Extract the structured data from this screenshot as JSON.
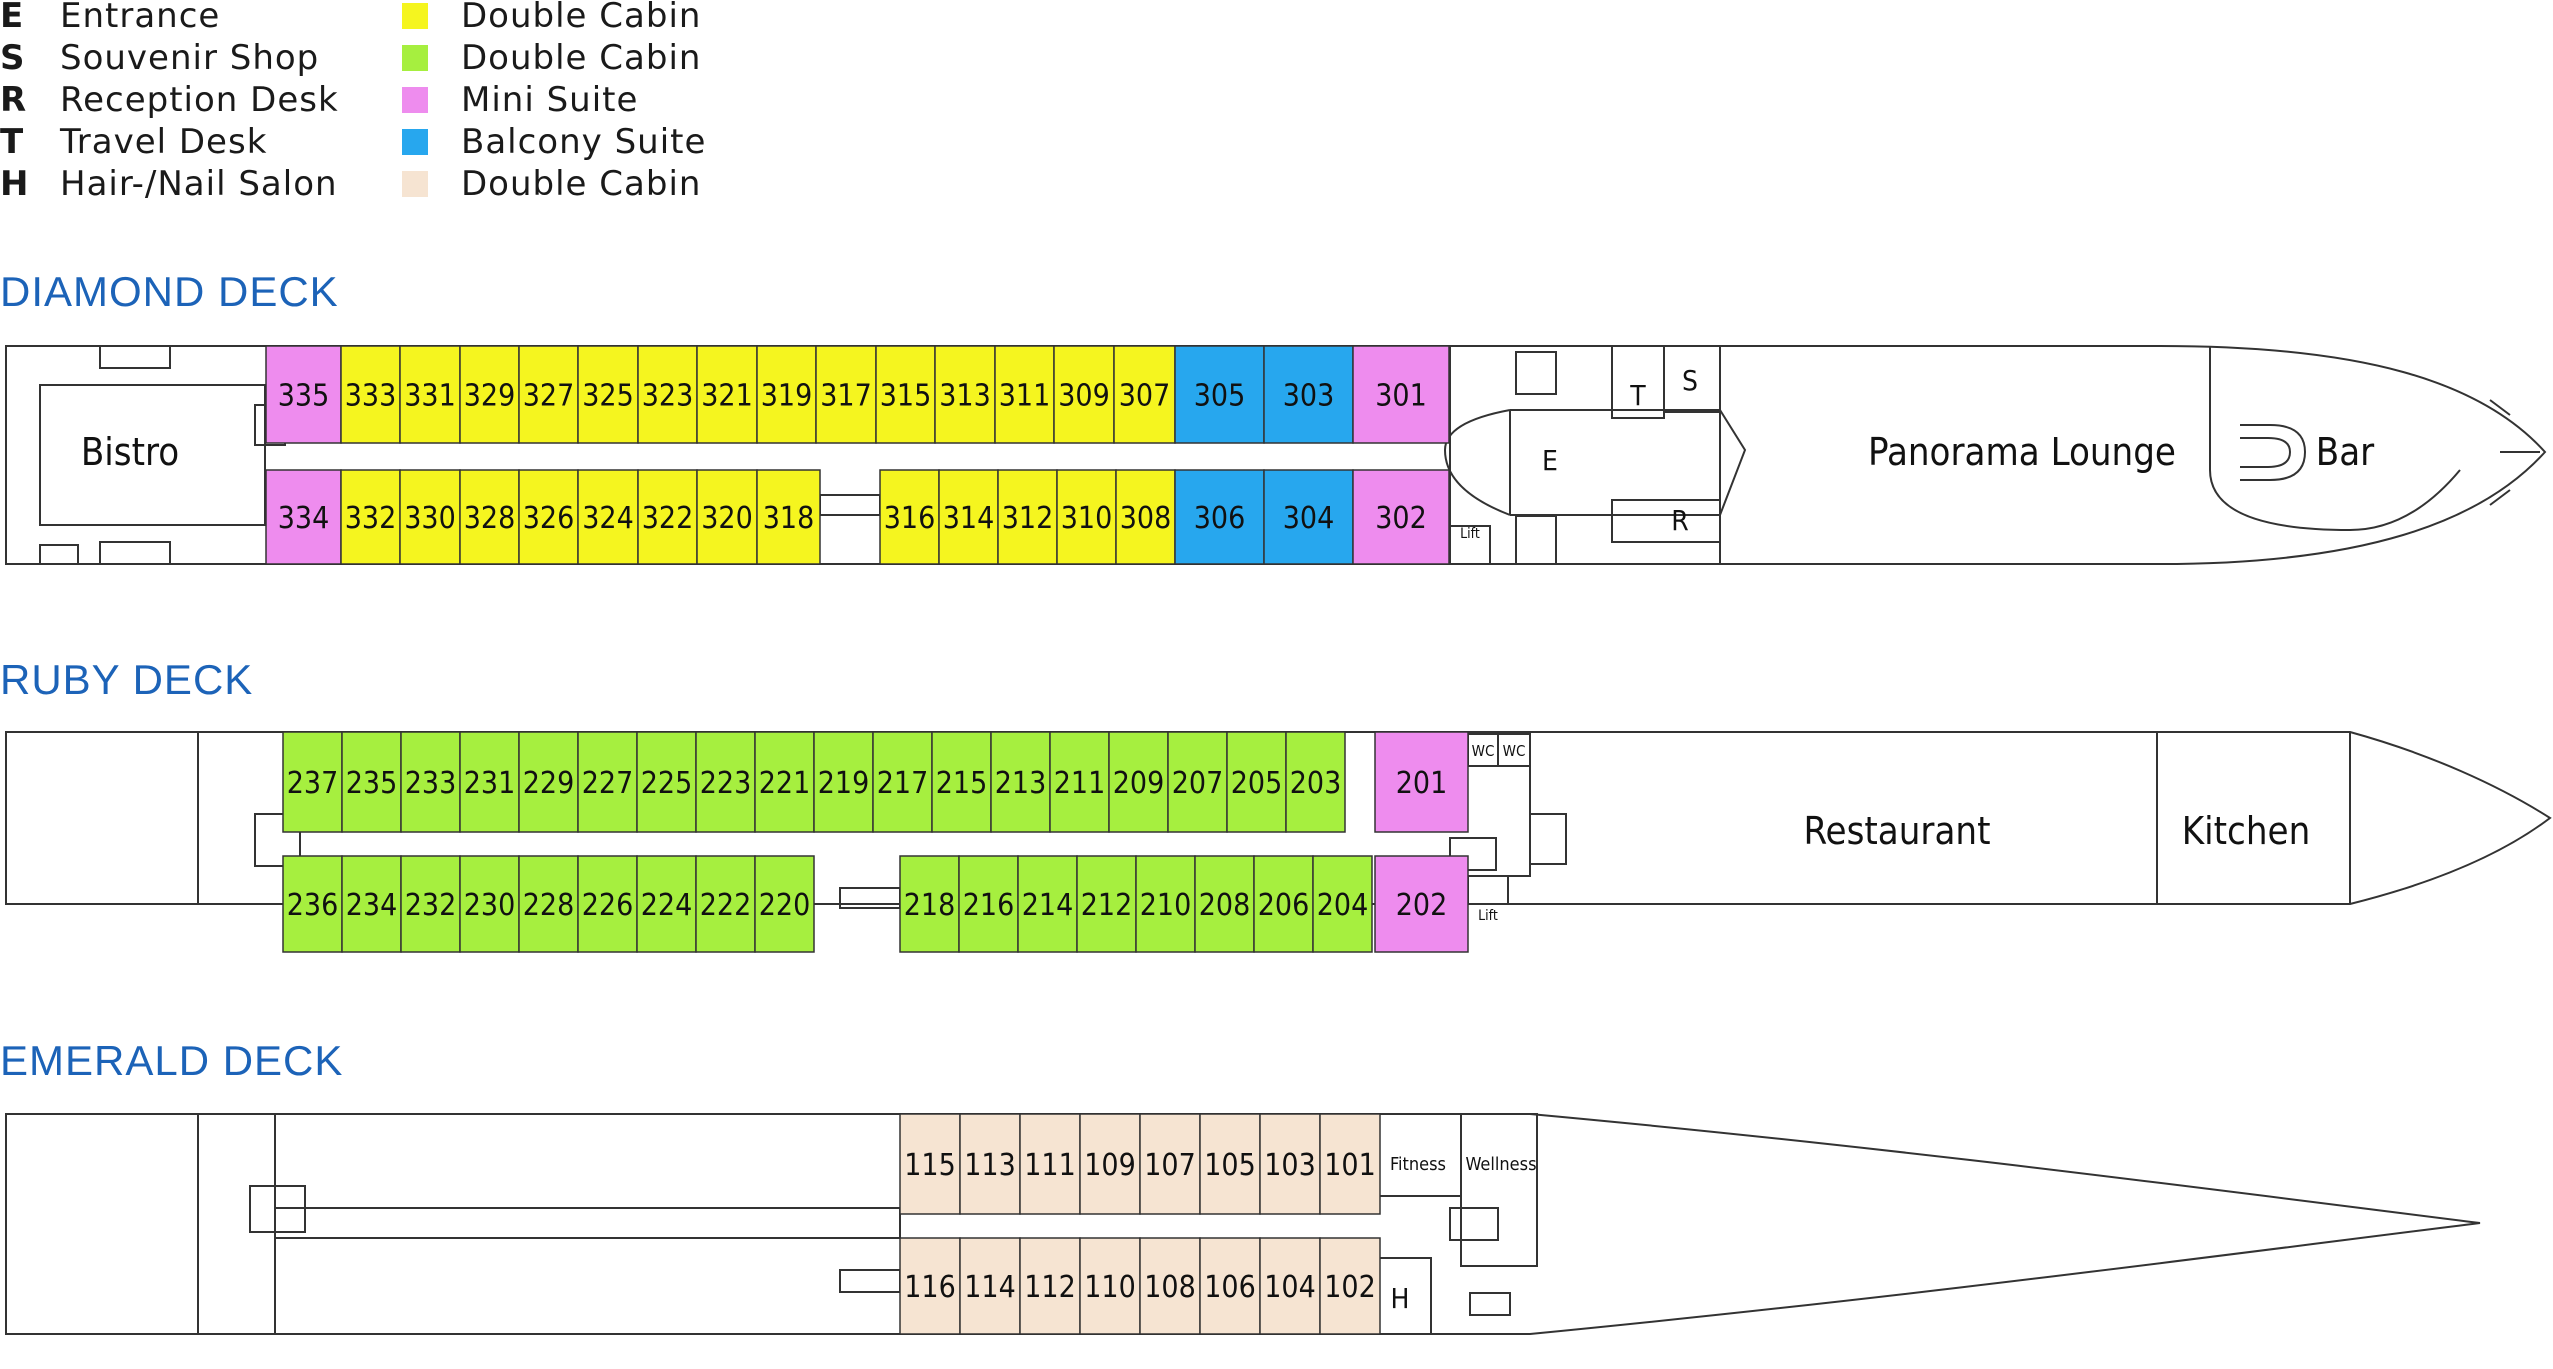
{
  "legend": {
    "codes": [
      {
        "code": "E",
        "label": "Entrance"
      },
      {
        "code": "S",
        "label": "Souvenir Shop"
      },
      {
        "code": "R",
        "label": "Reception Desk"
      },
      {
        "code": "T",
        "label": "Travel Desk"
      },
      {
        "code": "H",
        "label": "Hair-/Nail Salon"
      }
    ],
    "cabins": [
      {
        "color": "#f5f51f",
        "label": "Double Cabin"
      },
      {
        "color": "#a6ef3f",
        "label": "Double Cabin"
      },
      {
        "color": "#ee8cee",
        "label": "Mini Suite"
      },
      {
        "color": "#27a7ee",
        "label": "Balcony Suite"
      },
      {
        "color": "#f6e4d2",
        "label": "Double Cabin"
      }
    ]
  },
  "colors": {
    "yellow": "#f5f51f",
    "green": "#a6ef3f",
    "pink": "#ee8cee",
    "blue": "#27a7ee",
    "beige": "#f6e4d2",
    "outline": "#333333",
    "title": "#1c63b8"
  },
  "decks": {
    "diamond": {
      "title": "DIAMOND DECK",
      "top_row": [
        {
          "n": "335",
          "c": "pink"
        },
        {
          "n": "333",
          "c": "yellow"
        },
        {
          "n": "331",
          "c": "yellow"
        },
        {
          "n": "329",
          "c": "yellow"
        },
        {
          "n": "327",
          "c": "yellow"
        },
        {
          "n": "325",
          "c": "yellow"
        },
        {
          "n": "323",
          "c": "yellow"
        },
        {
          "n": "321",
          "c": "yellow"
        },
        {
          "n": "319",
          "c": "yellow"
        },
        {
          "n": "317",
          "c": "yellow"
        },
        {
          "n": "315",
          "c": "yellow"
        },
        {
          "n": "313",
          "c": "yellow"
        },
        {
          "n": "311",
          "c": "yellow"
        },
        {
          "n": "309",
          "c": "yellow"
        },
        {
          "n": "307",
          "c": "yellow"
        },
        {
          "n": "305",
          "c": "blue"
        },
        {
          "n": "303",
          "c": "blue"
        },
        {
          "n": "301",
          "c": "pink"
        }
      ],
      "bottom_left": [
        {
          "n": "334",
          "c": "pink"
        },
        {
          "n": "332",
          "c": "yellow"
        },
        {
          "n": "330",
          "c": "yellow"
        },
        {
          "n": "328",
          "c": "yellow"
        },
        {
          "n": "326",
          "c": "yellow"
        },
        {
          "n": "324",
          "c": "yellow"
        },
        {
          "n": "322",
          "c": "yellow"
        },
        {
          "n": "320",
          "c": "yellow"
        },
        {
          "n": "318",
          "c": "yellow"
        }
      ],
      "bottom_right": [
        {
          "n": "316",
          "c": "yellow"
        },
        {
          "n": "314",
          "c": "yellow"
        },
        {
          "n": "312",
          "c": "yellow"
        },
        {
          "n": "310",
          "c": "yellow"
        },
        {
          "n": "308",
          "c": "yellow"
        },
        {
          "n": "306",
          "c": "blue"
        },
        {
          "n": "304",
          "c": "blue"
        },
        {
          "n": "302",
          "c": "pink"
        }
      ],
      "rooms": {
        "bistro": "Bistro",
        "lounge": "Panorama Lounge",
        "bar": "Bar",
        "e": "E",
        "t": "T",
        "s": "S",
        "r": "R",
        "lift": "Lift"
      }
    },
    "ruby": {
      "title": "RUBY DECK",
      "top_row": [
        "237",
        "235",
        "233",
        "231",
        "229",
        "227",
        "225",
        "223",
        "221",
        "219",
        "217",
        "215",
        "213",
        "211",
        "209",
        "207",
        "205",
        "203"
      ],
      "top_end": "201",
      "bottom_left": [
        "236",
        "234",
        "232",
        "230",
        "228",
        "226",
        "224",
        "222",
        "220"
      ],
      "bottom_right": [
        "218",
        "216",
        "214",
        "212",
        "210",
        "208",
        "206",
        "204"
      ],
      "bottom_end": "202",
      "rooms": {
        "restaurant": "Restaurant",
        "kitchen": "Kitchen",
        "wc1": "WC",
        "wc2": "WC",
        "lift": "Lift"
      }
    },
    "emerald": {
      "title": "EMERALD DECK",
      "top_row": [
        "115",
        "113",
        "111",
        "109",
        "107",
        "105",
        "103",
        "101"
      ],
      "bottom_row": [
        "116",
        "114",
        "112",
        "110",
        "108",
        "106",
        "104",
        "102"
      ],
      "rooms": {
        "fitness": "Fitness",
        "wellness": "Wellness",
        "h": "H"
      }
    }
  }
}
